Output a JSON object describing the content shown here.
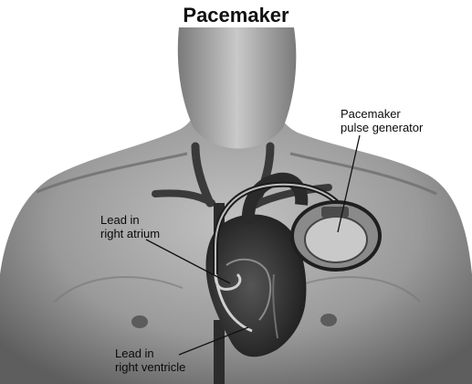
{
  "title": "Pacemaker",
  "labels": {
    "pulse_generator": [
      "Pacemaker",
      "pulse generator"
    ],
    "lead_atrium": [
      "Lead in",
      "right atrium"
    ],
    "lead_ventricle": [
      "Lead in",
      "right ventricle"
    ]
  },
  "colors": {
    "skin_light": "#b8b8b8",
    "skin_mid": "#8e8e8e",
    "skin_dark": "#5a5a5a",
    "heart": "#2f2f2f",
    "device": "#c9c9c9"
  }
}
